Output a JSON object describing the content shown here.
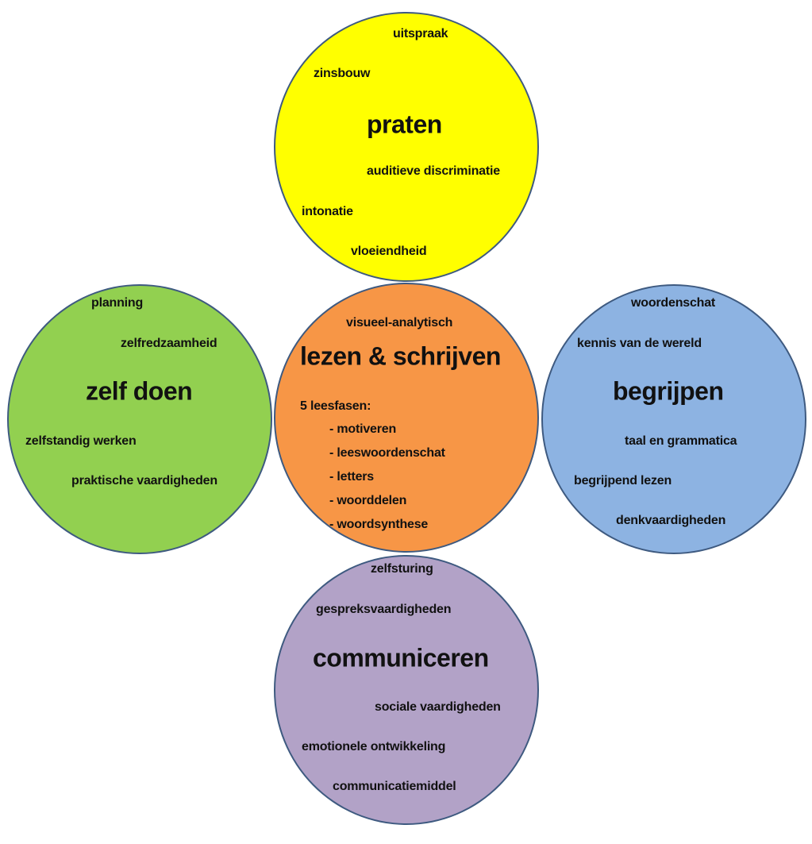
{
  "colors": {
    "yellow": "#FFFF00",
    "green": "#92D050",
    "orange": "#F79646",
    "blue": "#8DB3E2",
    "purple": "#B2A2C7",
    "border": "#3E5A80"
  },
  "praten": {
    "title": "praten",
    "items": [
      "uitspraak",
      "zinsbouw",
      "auditieve discriminatie",
      "intonatie",
      "vloeiendheid"
    ]
  },
  "zelf_doen": {
    "title": "zelf doen",
    "items": [
      "planning",
      "zelfredzaamheid",
      "zelfstandig werken",
      "praktische vaardigheden"
    ]
  },
  "lezen_schrijven": {
    "title": "lezen & schrijven",
    "top": "visueel-analytisch",
    "phases_label": "5 leesfasen:",
    "phases": [
      "- motiveren",
      "- leeswoordenschat",
      "- letters",
      "- woorddelen",
      "- woordsynthese"
    ]
  },
  "begrijpen": {
    "title": "begrijpen",
    "items": [
      "woordenschat",
      "kennis van de wereld",
      "taal en grammatica",
      "begrijpend lezen",
      "denkvaardigheden"
    ]
  },
  "communiceren": {
    "title": "communiceren",
    "items": [
      "zelfsturing",
      "gespreksvaardigheden",
      "sociale vaardigheden",
      "emotionele ontwikkeling",
      "communicatiemiddel"
    ]
  }
}
